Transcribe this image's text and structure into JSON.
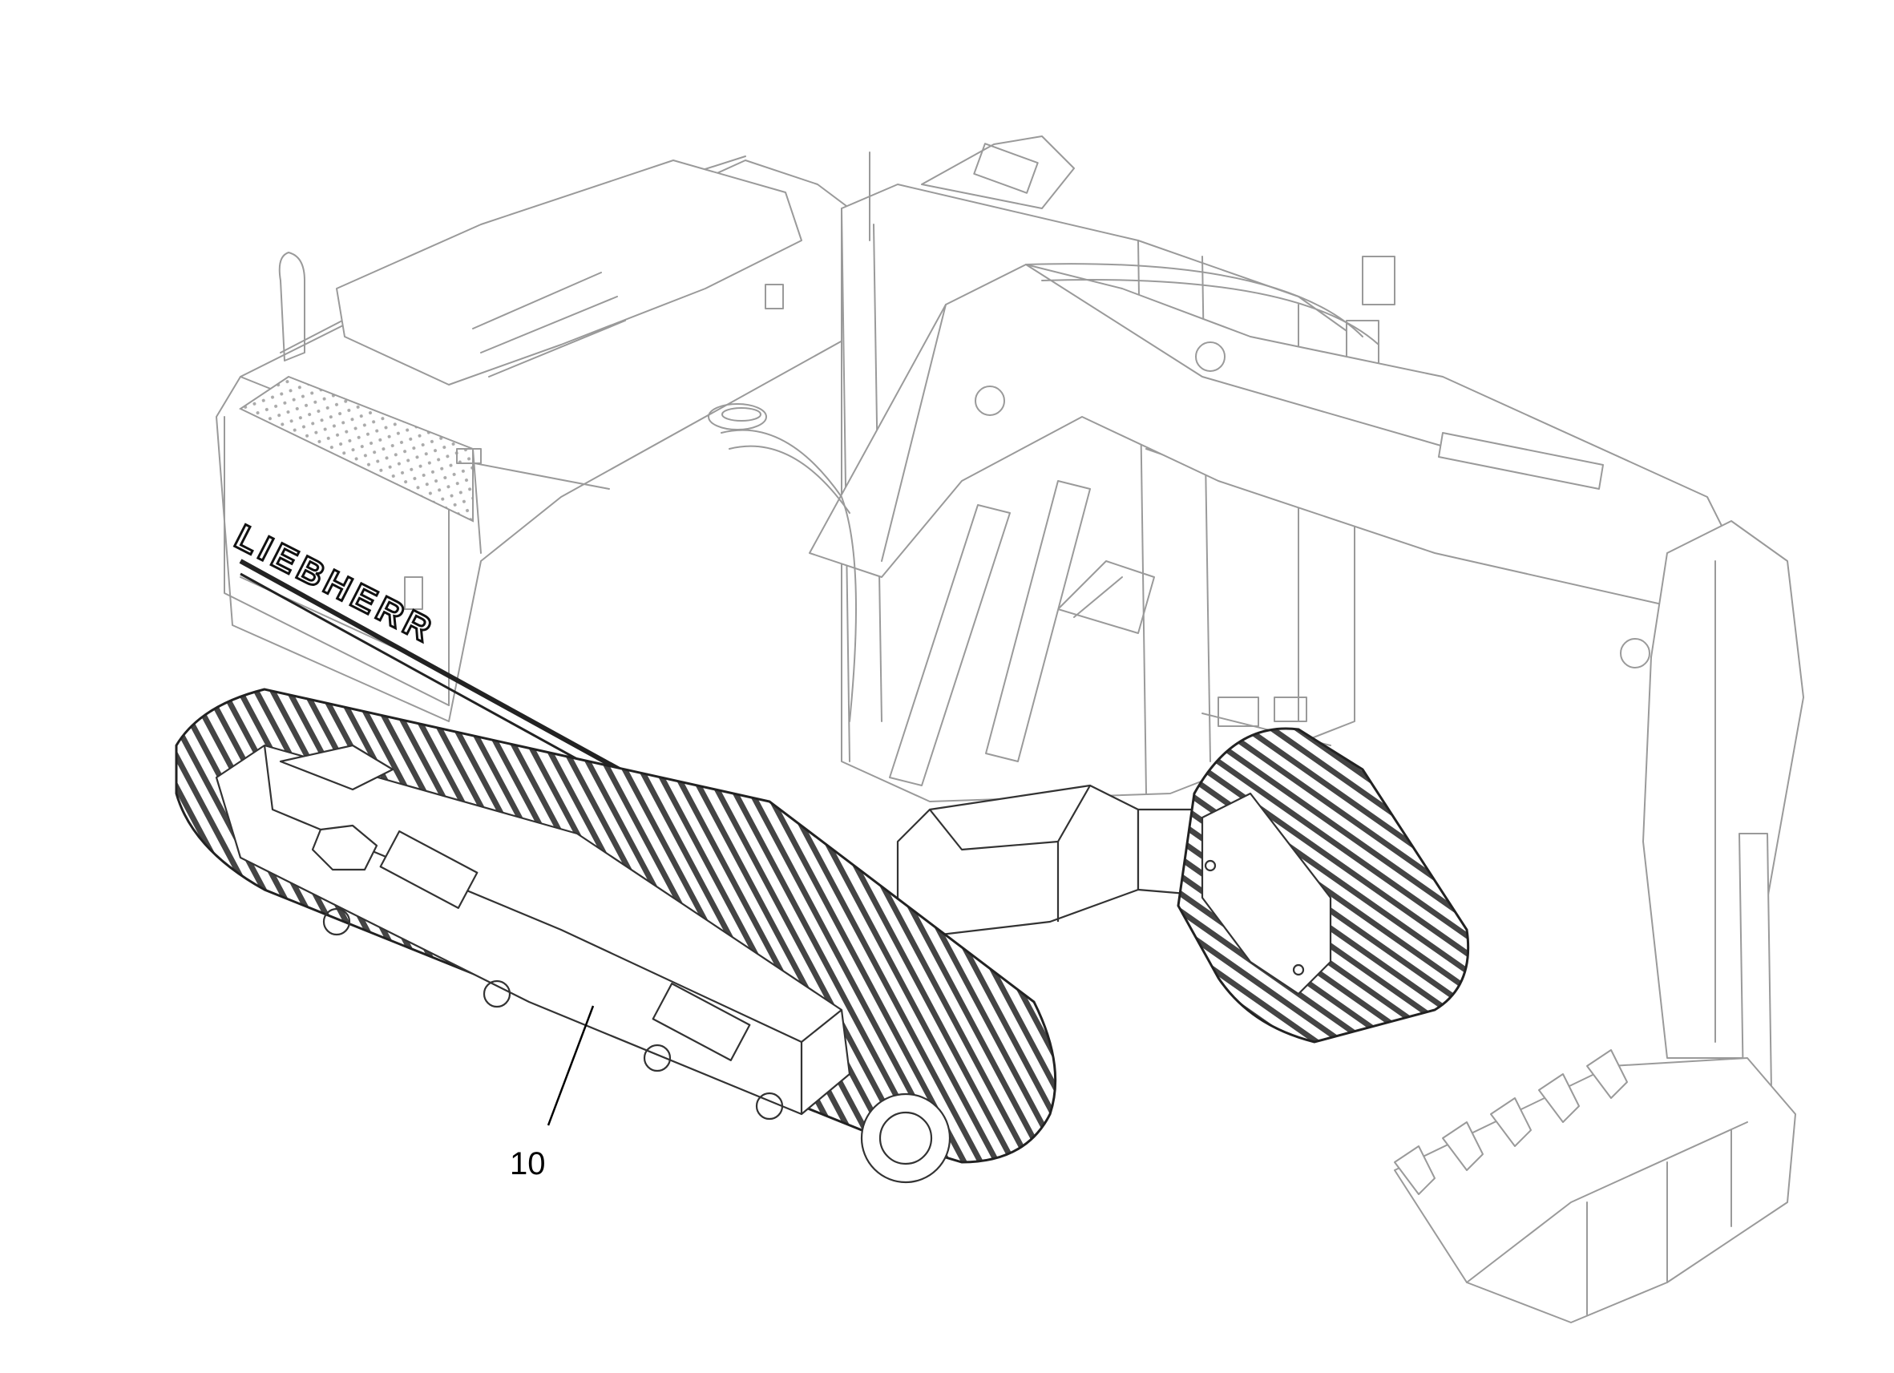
{
  "figure": {
    "subject": "excavator-isometric",
    "brand_text": "LIEBHERR",
    "callouts": [
      {
        "id": "10",
        "label": "10"
      }
    ]
  }
}
